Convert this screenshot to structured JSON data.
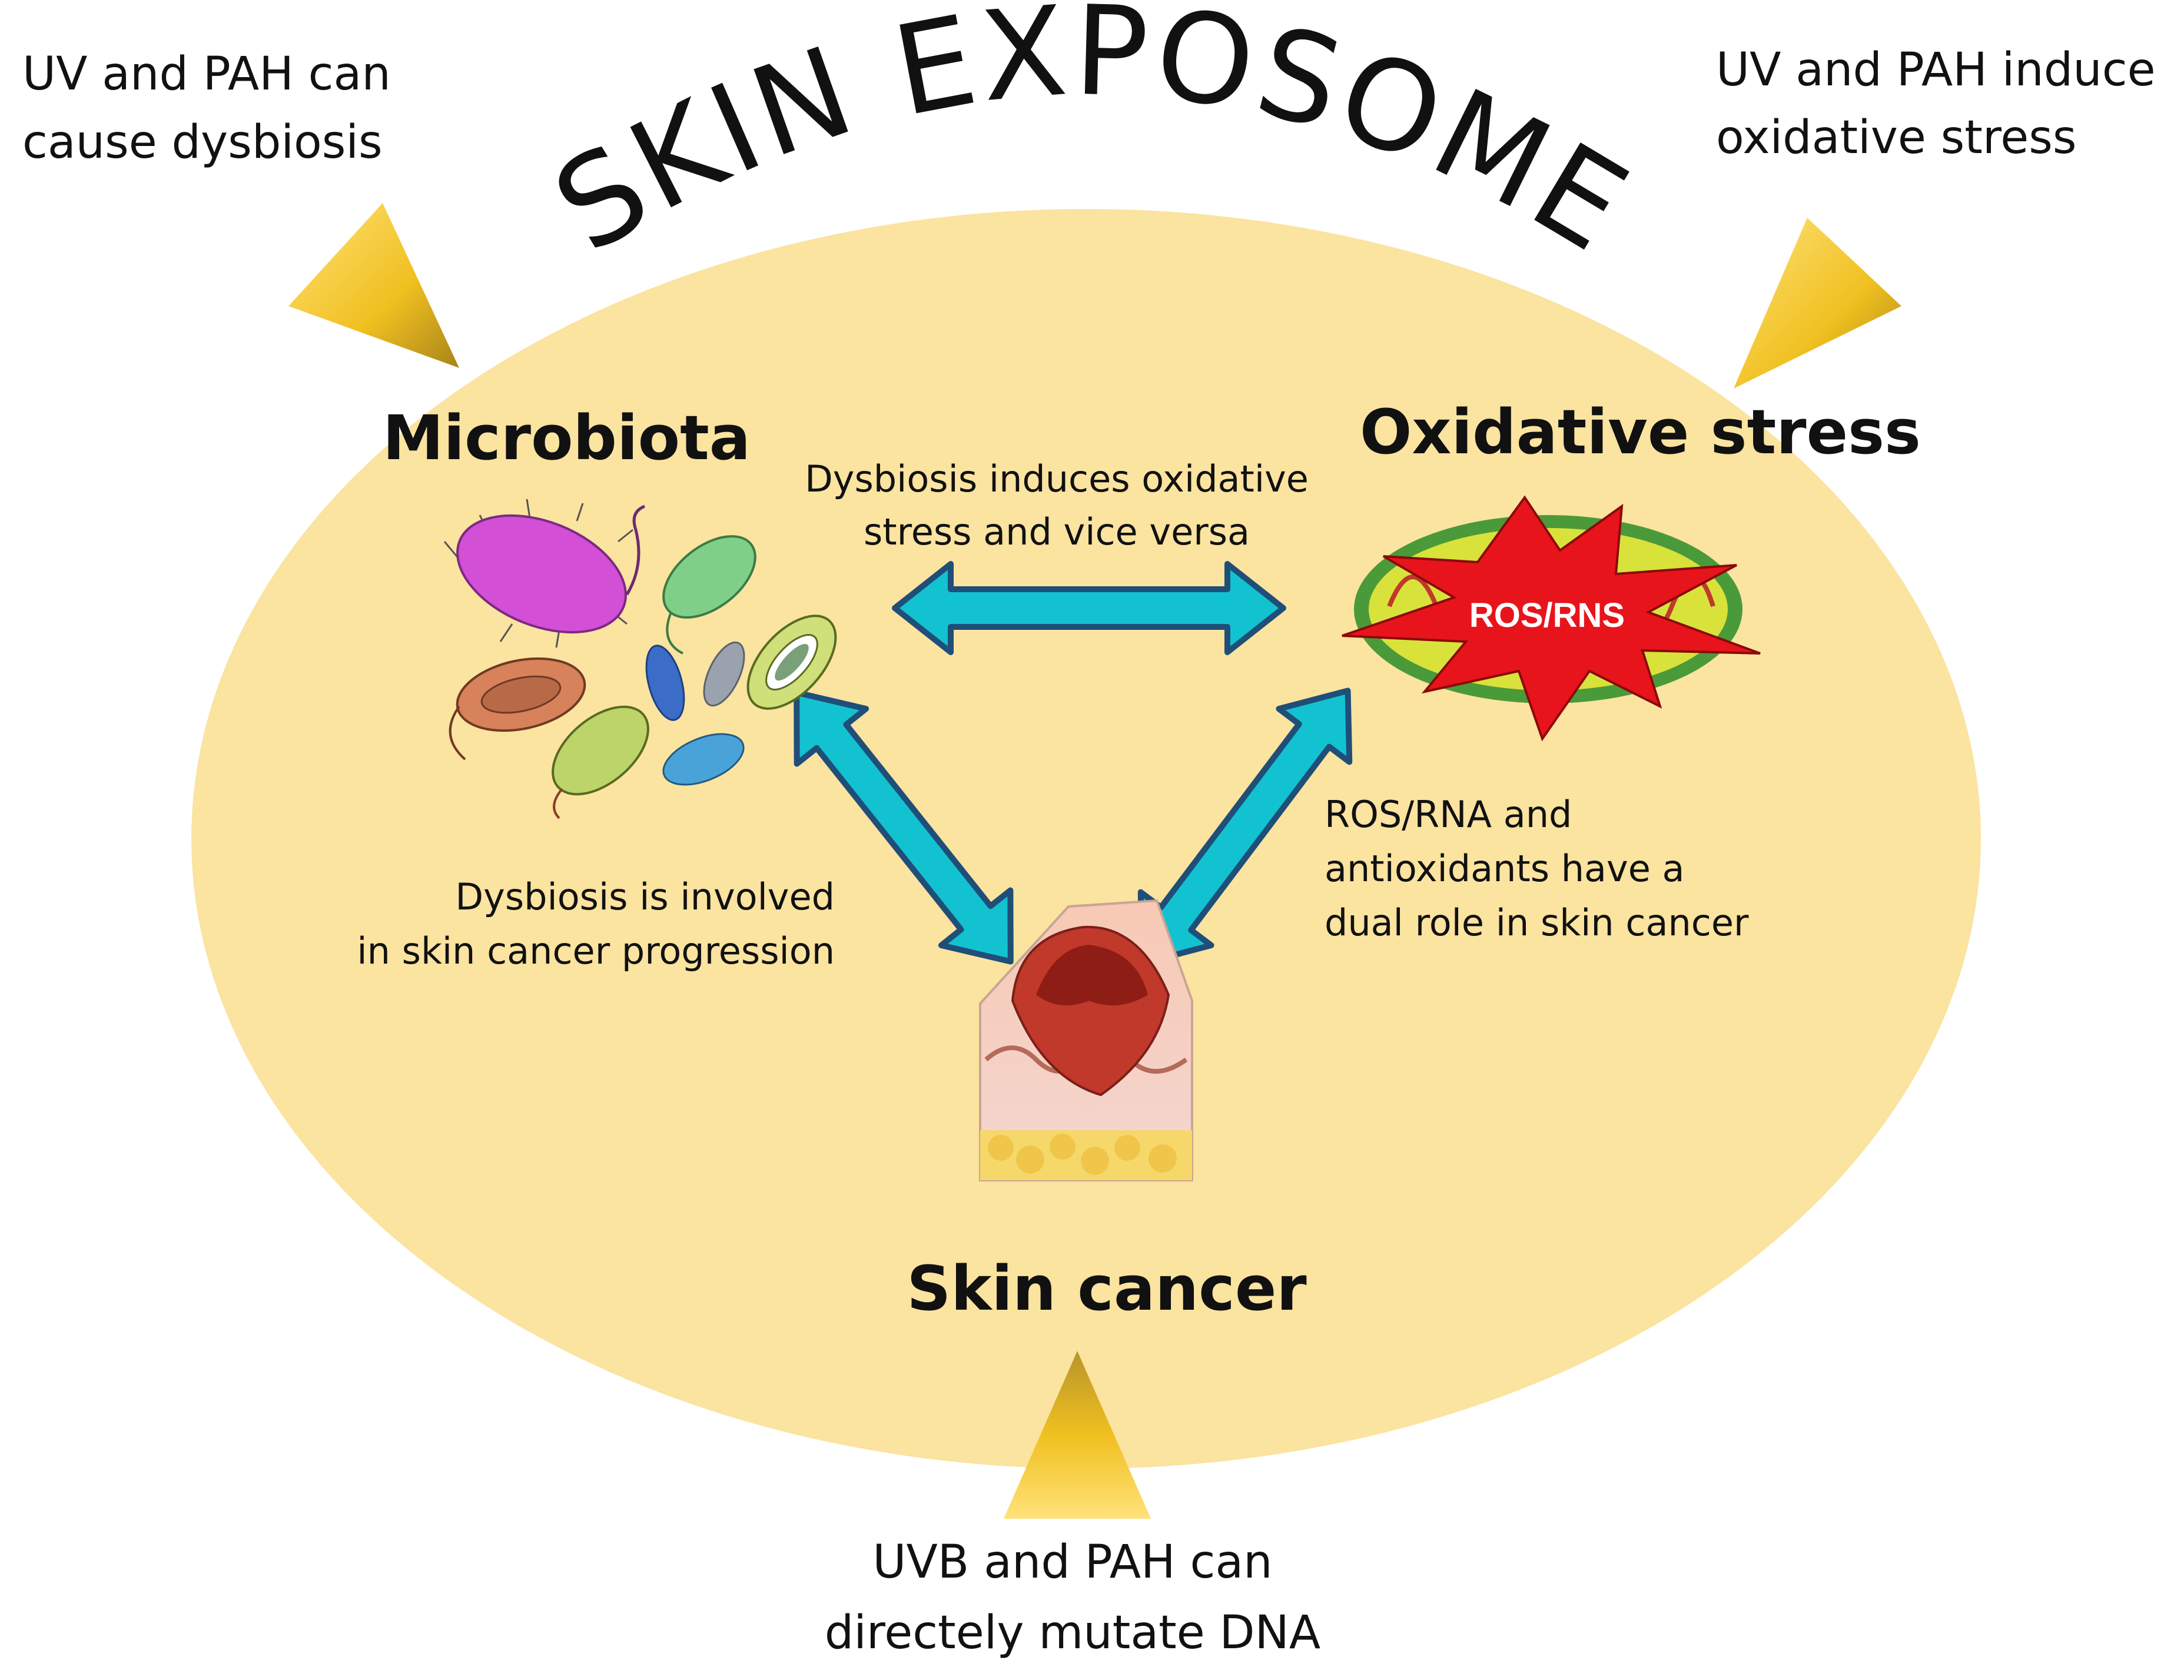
{
  "title": "SKIN EXPOSOME",
  "nodes": {
    "microbiota": "Microbiota",
    "oxidative_stress": "Oxidative stress",
    "skin_cancer": "Skin cancer",
    "ros_label": "ROS/RNS"
  },
  "external": {
    "top_left": [
      "UV and  PAH can",
      "cause dysbiosis"
    ],
    "top_right": [
      "UV and PAH induce",
      "oxidative stress"
    ],
    "bottom": [
      "UVB and PAH can",
      "directely mutate DNA"
    ]
  },
  "links": {
    "micro_oxidative": [
      "Dysbiosis induces oxidative",
      "stress and vice versa"
    ],
    "micro_cancer": [
      "Dysbiosis is involved",
      "in skin cancer progression"
    ],
    "oxidative_cancer": [
      "ROS/RNA and",
      "antioxidants have a",
      "dual role in skin cancer"
    ]
  },
  "colors": {
    "ellipse": "#fbe3a0",
    "arrow": "#12c2d0",
    "arrow_outline": "#1f4e79",
    "triangle": "#f5c518",
    "ros_star": "#e8141b"
  }
}
